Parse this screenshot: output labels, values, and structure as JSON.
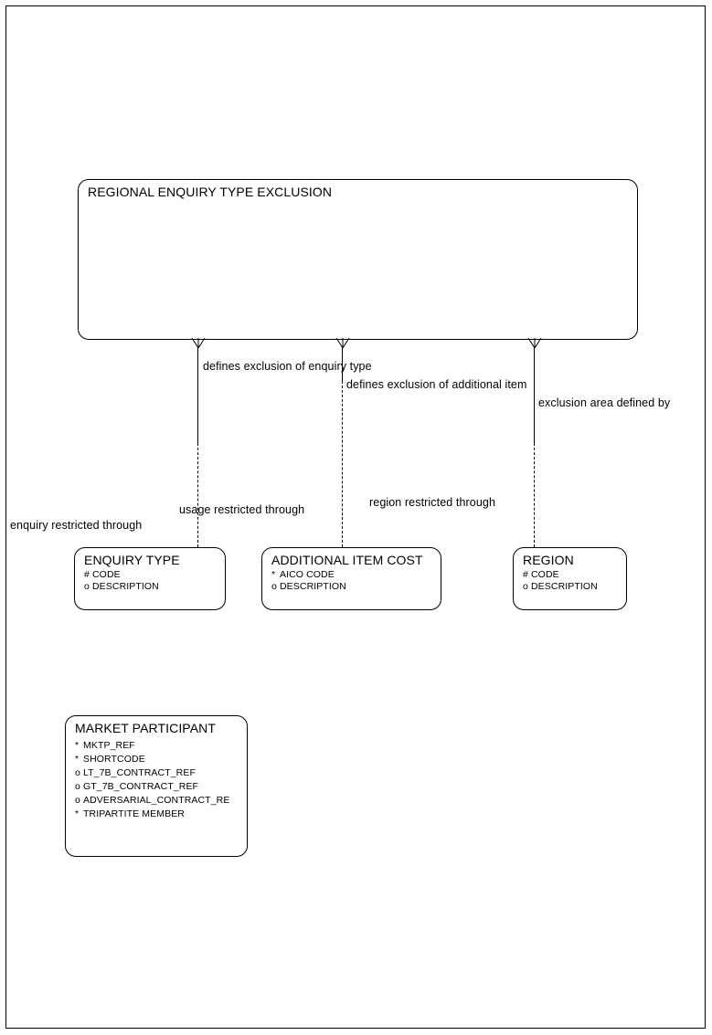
{
  "diagram": {
    "type": "entity-relationship-diagram",
    "title_entity": "REGIONAL ENQUIRY TYPE EXCLUSION",
    "entities": [
      {
        "id": "regional-enquiry-type-exclusion",
        "name": "REGIONAL ENQUIRY TYPE EXCLUSION",
        "attributes": []
      },
      {
        "id": "enquiry-type",
        "name": "ENQUIRY TYPE",
        "attributes": [
          {
            "mark": "#",
            "label": "CODE"
          },
          {
            "mark": "o",
            "label": "DESCRIPTION"
          }
        ]
      },
      {
        "id": "additional-item-cost",
        "name": "ADDITIONAL ITEM COST",
        "attributes": [
          {
            "mark": "*",
            "label": "AICO CODE"
          },
          {
            "mark": "o",
            "label": "DESCRIPTION"
          }
        ]
      },
      {
        "id": "region",
        "name": "REGION",
        "attributes": [
          {
            "mark": "#",
            "label": "CODE"
          },
          {
            "mark": "o",
            "label": "DESCRIPTION"
          }
        ]
      },
      {
        "id": "market-participant",
        "name": "MARKET PARTICIPANT",
        "attributes": [
          {
            "mark": "*",
            "label": "MKTP_REF"
          },
          {
            "mark": "*",
            "label": "SHORTCODE"
          },
          {
            "mark": "o",
            "label": "LT_7B_CONTRACT_REF"
          },
          {
            "mark": "o",
            "label": "GT_7B_CONTRACT_REF"
          },
          {
            "mark": "o",
            "label": "ADVERSARIAL_CONTRACT_RE"
          },
          {
            "mark": "*",
            "label": "TRIPARTITE MEMBER"
          }
        ]
      }
    ],
    "relationships": [
      {
        "id": "rel-enquiry-type",
        "upper_label": "defines exclusion of enquiry type",
        "lower_label": "enquiry restricted through",
        "near_label": "usage restricted through"
      },
      {
        "id": "rel-additional-item",
        "upper_label": "defines exclusion of additional item",
        "lower_label": "usage restricted through"
      },
      {
        "id": "rel-region",
        "upper_label": "exclusion area defined by",
        "lower_label": "region restricted through"
      }
    ],
    "labels": {
      "defines_exclusion_enquiry_type": "defines exclusion of enquiry type",
      "defines_exclusion_additional_item": "defines exclusion of additional item",
      "exclusion_area_defined_by": "exclusion area defined by",
      "enquiry_restricted_through": "enquiry restricted through",
      "usage_restricted_through": "usage restricted through",
      "region_restricted_through": "region restricted through"
    },
    "colors": {
      "stroke": "#000000",
      "background": "#ffffff"
    }
  }
}
